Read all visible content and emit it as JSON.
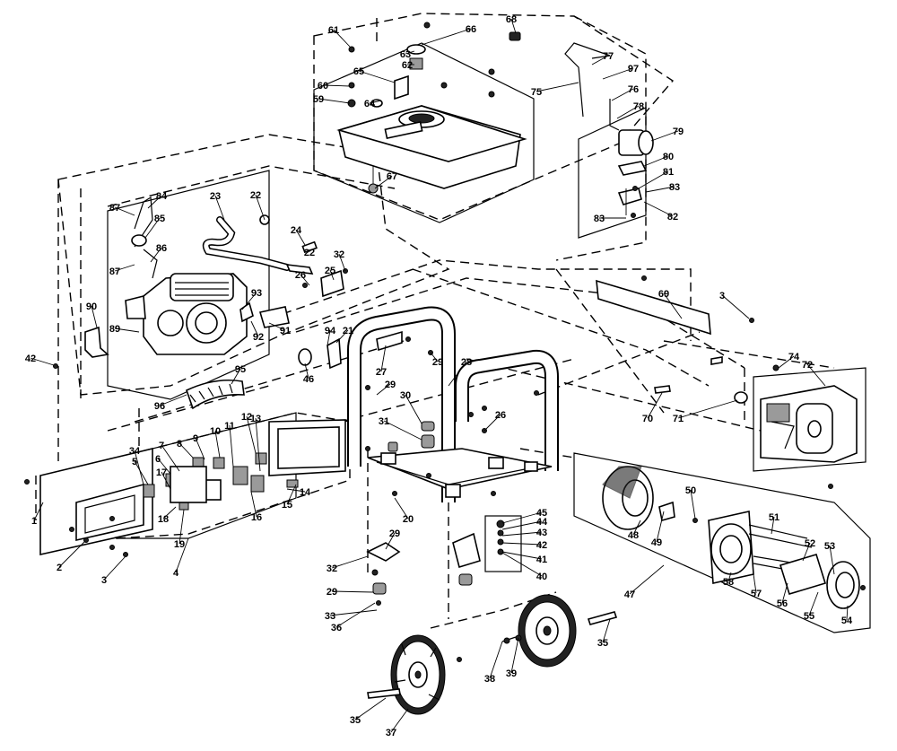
{
  "labels": [
    "1",
    "2",
    "3",
    "3",
    "4",
    "5",
    "6",
    "7",
    "8",
    "9",
    "10",
    "11",
    "12",
    "13",
    "14",
    "15",
    "16",
    "17",
    "18",
    "19",
    "20",
    "21",
    "22",
    "22",
    "23",
    "24",
    "25",
    "26",
    "26",
    "27",
    "28",
    "29",
    "29",
    "29",
    "29",
    "30",
    "31",
    "32",
    "32",
    "33",
    "34",
    "35",
    "35",
    "36",
    "37",
    "38",
    "39",
    "40",
    "41",
    "42",
    "42",
    "43",
    "44",
    "45",
    "46",
    "47",
    "48",
    "49",
    "50",
    "51",
    "52",
    "53",
    "54",
    "55",
    "56",
    "57",
    "58",
    "59",
    "60",
    "61",
    "62",
    "63",
    "64",
    "65",
    "66",
    "67",
    "68",
    "69",
    "70",
    "71",
    "72",
    "74",
    "75",
    "76",
    "77",
    "78",
    "79",
    "80",
    "81",
    "82",
    "83",
    "83",
    "84",
    "85",
    "86",
    "87",
    "87",
    "89",
    "90",
    "91",
    "92",
    "93",
    "94",
    "95",
    "96",
    "97"
  ]
}
